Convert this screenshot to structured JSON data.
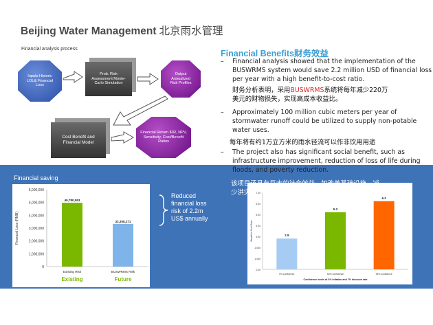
{
  "title": {
    "en": "Beijing Water Management",
    "cn": "北京雨水管理"
  },
  "process": {
    "title": "Financial analysis process",
    "inputs": "Inputs Historic LOL& Financial Loss",
    "prob": "Prob. Risk Assessment Monte-Carlo Simulation",
    "output": "Output Annualized Risk Profiles",
    "cba": "Cost Benefit and Financial Model",
    "return": "Financial Return IRR, NPV, Sensitivity, Cost/Benefit Ratios"
  },
  "benefits": {
    "title_en": "Financial Benefits",
    "title_cn": "财务效益",
    "b1": "Financial analysis showed that the implementation of the BUSWRMS system would save 2.2 million USD of financial loss per year with a high benefit-to-cost ratio.",
    "b1_cn_1a": "财务分析表明，采用",
    "b1_cn_1b": "BUSWRMS",
    "b1_cn_1c": "系统将每年减少220万",
    "b1_cn_2": "美元的财物损失，实现高成本收益比。",
    "b2": "Approximately 100 million cubic meters per year of stormwater runoff could be utilized to supply non-potable water uses.",
    "b2_cn": "每年将有约1万立方米的雨水径流可以作非饮用用途",
    "b3": "The project also has significant social benefit, such as infrastructure improvement, reduction of loss of life during floods, and poverty reduction.",
    "b3_cn_1": "该项目还具有巨大的社会效益，如改善基础设施，减",
    "b3_cn_2": "少洪灾死亡及降低贫困人口。"
  },
  "saving": {
    "title": "Financial saving",
    "reduced_1": "Reduced",
    "reduced_2": "financial loss",
    "reduced_3": "risk of 2.2m",
    "reduced_4": "US$ annually",
    "label_existing": "Existing",
    "label_future": "Future"
  },
  "chart_data": [
    {
      "type": "bar",
      "ylabel": "Financial Loss (RMB)",
      "ylim": [
        0,
        60000000
      ],
      "yticks": [
        "0",
        "1,000,000",
        "2,000,000",
        "3,000,000",
        "4,000,000",
        "5,000,000",
        "6,000,000"
      ],
      "categories": [
        "Existing Risk",
        "BUSWRMS Risk"
      ],
      "values": [
        49780553,
        33308271
      ],
      "value_labels": [
        "49,780,553",
        "33,308,271"
      ],
      "colors": [
        "#7ab800",
        "#7fb4ea"
      ]
    },
    {
      "type": "bar",
      "ylabel": "Benefit to Cost Ratio",
      "xlabel": "Confidence levels at 3% inflation and 7% discount rate",
      "ylim": [
        0,
        7
      ],
      "yticks": [
        "0.00",
        "1.000",
        "2.000",
        "3.00",
        "4.00",
        "5.00",
        "6.00",
        "7.00"
      ],
      "categories": [
        "5% confidence",
        "50% confidence",
        "95% confidence"
      ],
      "values": [
        2.8,
        5.2,
        6.2
      ],
      "value_labels": [
        "2.8",
        "5.2",
        "6.2"
      ],
      "colors": [
        "#a6ccf4",
        "#7ab800",
        "#ff6600"
      ]
    }
  ]
}
